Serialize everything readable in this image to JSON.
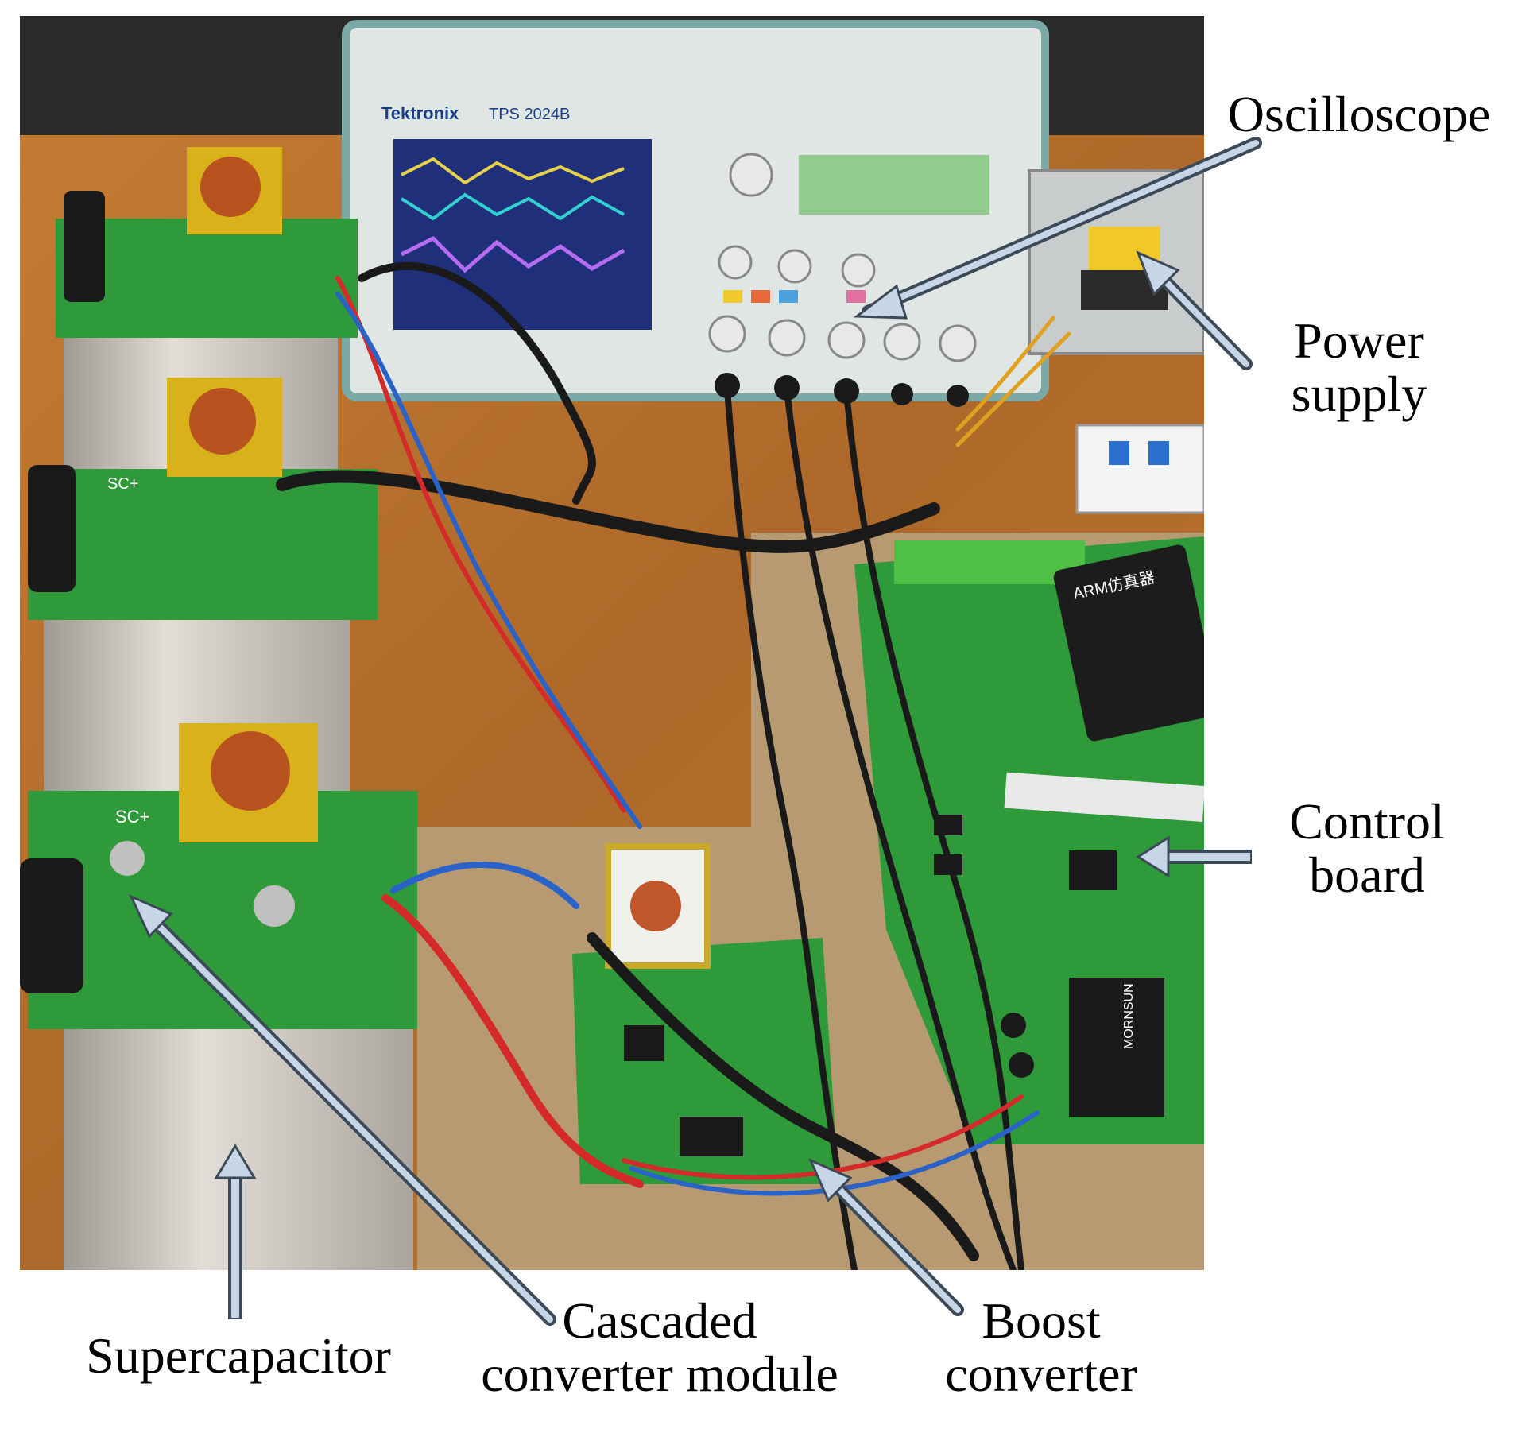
{
  "labels": {
    "oscilloscope": "Oscilloscope",
    "power_supply_line1": "Power",
    "power_supply_line2": "supply",
    "control_board_line1": "Control",
    "control_board_line2": "board",
    "supercapacitor": "Supercapacitor",
    "cascaded_line1": "Cascaded",
    "cascaded_line2": "converter module",
    "boost_line1": "Boost",
    "boost_line2": "converter"
  },
  "photo_text": {
    "scope_brand": "Tektronix",
    "scope_model": "TPS 2024B",
    "sc_label_1": "SC+",
    "sc_label_2": "SC+",
    "arm_box": "ARM仿真器",
    "mornsun": "MORNSUN"
  },
  "colors": {
    "arrow_fill": "#c6d6e6",
    "arrow_stroke": "#3c4a58",
    "pcb_green": "#2f9a3a",
    "wood": "#b8712e",
    "cardboard": "#b89a72",
    "supercap_metal": "#cfcac2"
  }
}
